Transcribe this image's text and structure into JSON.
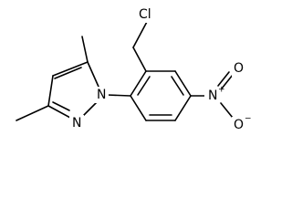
{
  "molecule": {
    "atoms": {
      "chlorine": "Cl",
      "pyrazole_n1": "N",
      "pyrazole_n2": "N",
      "nitro_n": "N",
      "nitro_o_top": "O",
      "nitro_o_bottom": "O",
      "nitro_n_charge": "+",
      "nitro_o_charge": "−"
    }
  }
}
